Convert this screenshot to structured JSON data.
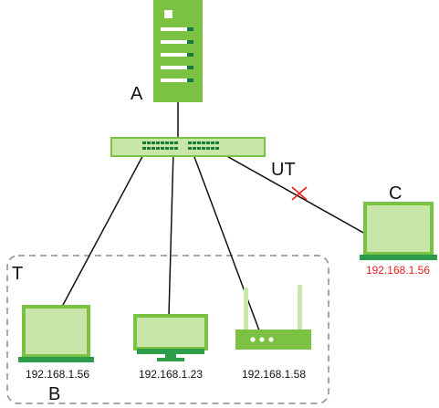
{
  "labels": {
    "server": "A",
    "untagged_link": "UT",
    "remote_laptop": "C",
    "tagged_group": "T",
    "group_laptop": "B"
  },
  "ip_addresses": {
    "remote_laptop": "192.168.1.56",
    "group_laptop": "192.168.1.56",
    "monitor": "192.168.1.23",
    "router": "192.168.1.58"
  },
  "colors": {
    "device_fill": "#c8e6a8",
    "device_stroke": "#7cc242",
    "device_dark": "#2e9d4a",
    "link": "#111111",
    "group_border": "#8a8a8a",
    "cut_mark": "#e8201c"
  },
  "icons": {
    "server": "server-tower-icon",
    "switch": "network-switch-icon",
    "laptop": "laptop-icon",
    "monitor": "desktop-monitor-icon",
    "router": "wireless-router-icon",
    "cut": "broken-link-x-icon"
  }
}
